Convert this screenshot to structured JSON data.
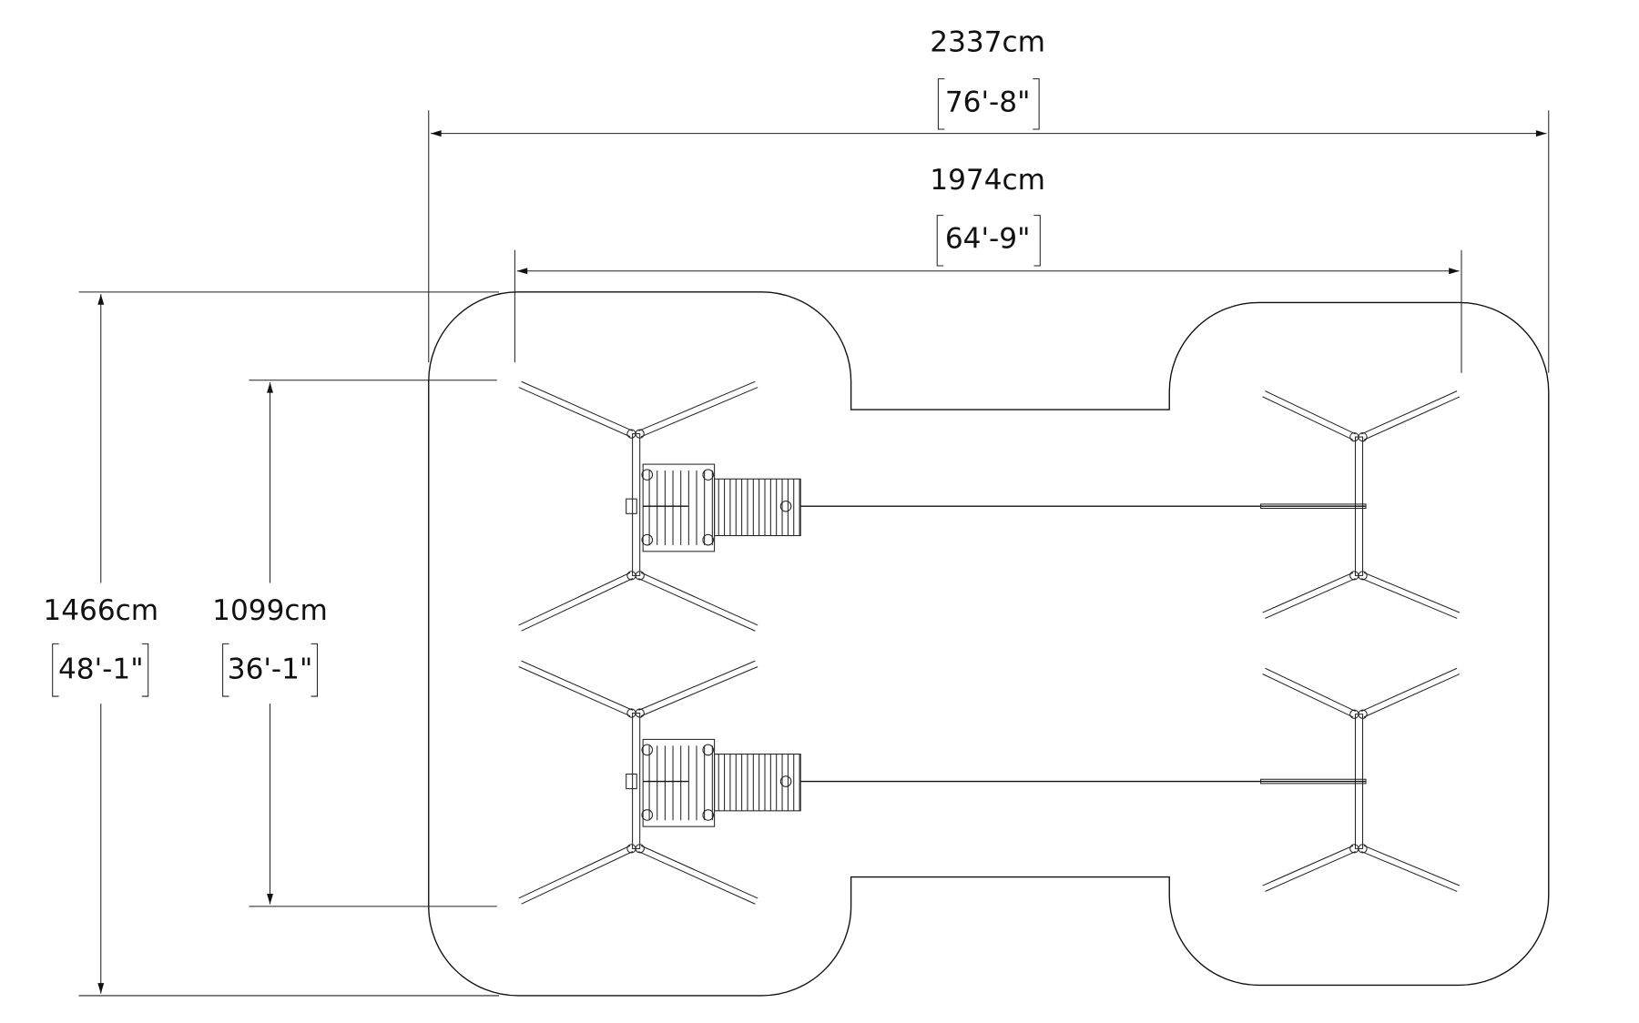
{
  "dimensions": {
    "overall_width": {
      "metric": "2337cm",
      "imperial": "76'-8\""
    },
    "equipment_width": {
      "metric": "1974cm",
      "imperial": "64'-9\""
    },
    "overall_depth": {
      "metric": "1466cm",
      "imperial": "48'-1\""
    },
    "equipment_depth": {
      "metric": "1099cm",
      "imperial": "36'-1\""
    }
  },
  "colors": {
    "line": "#111111",
    "background": "#ffffff"
  }
}
